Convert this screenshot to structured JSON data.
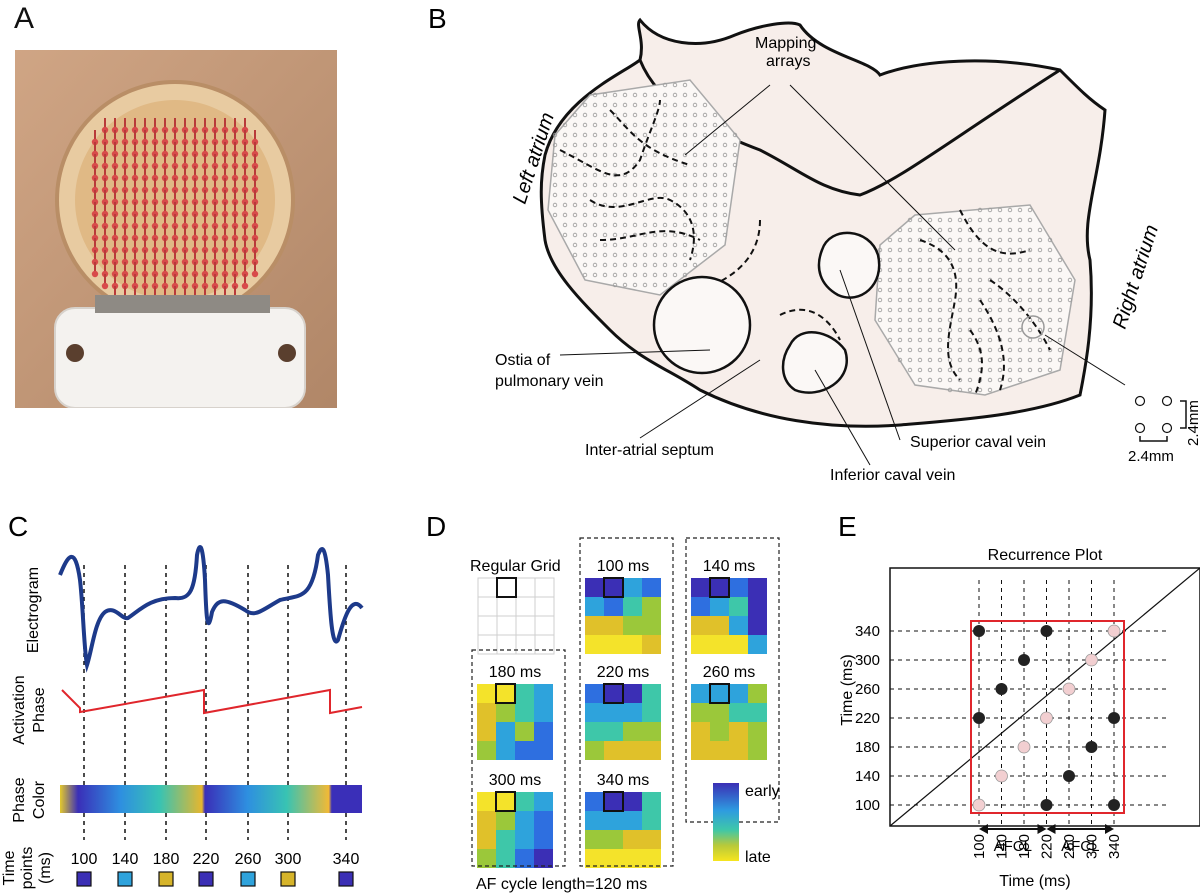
{
  "panels": {
    "a": {
      "letter": "A"
    },
    "b": {
      "letter": "B",
      "labels": {
        "mapping": "Mapping",
        "arrays": "arrays",
        "left_atrium": "Left atrium",
        "right_atrium": "Right atrium",
        "ostia_1": "Ostia of",
        "ostia_2": "pulmonary vein",
        "septum": "Inter-atrial septum",
        "svc": "Superior caval vein",
        "ivc": "Inferior caval vein",
        "spacing_v": "2.4mm",
        "spacing_h": "2.4mm"
      }
    },
    "c": {
      "letter": "C",
      "labels": {
        "electrogram": "Electrogram",
        "activation": "Activation",
        "phase": "Phase",
        "phase2": "Phase",
        "color": "Color",
        "time": "Time",
        "points": "points",
        "ms": "(ms)"
      },
      "time_points": [
        {
          "label": "100",
          "color": "#3b2fb5"
        },
        {
          "label": "140",
          "color": "#2fa3dc"
        },
        {
          "label": "180",
          "color": "#d6b42a"
        },
        {
          "label": "220",
          "color": "#3b2fb5"
        },
        {
          "label": "260",
          "color": "#2fa3dc"
        },
        {
          "label": "300",
          "color": "#d6b42a"
        },
        {
          "label": "340",
          "color": "#3b2fb5"
        }
      ]
    },
    "d": {
      "letter": "D",
      "regular_grid": "Regular Grid",
      "grid_labels": [
        "100 ms",
        "140 ms",
        "180 ms",
        "220 ms",
        "260 ms",
        "300 ms",
        "340 ms"
      ],
      "colorbar": {
        "top": "early",
        "bottom": "late"
      },
      "caption": "AF cycle length=120 ms"
    },
    "e": {
      "letter": "E",
      "chart_data": {
        "type": "scatter",
        "title": "Recurrence Plot",
        "xlabel": "Time (ms)",
        "ylabel": "Time (ms)",
        "x_ticks": [
          "100",
          "140",
          "180",
          "220",
          "260",
          "300",
          "340"
        ],
        "y_ticks": [
          "100",
          "140",
          "180",
          "220",
          "260",
          "300",
          "340"
        ],
        "diagonal_points": [
          [
            100,
            100
          ],
          [
            140,
            140
          ],
          [
            180,
            180
          ],
          [
            220,
            220
          ],
          [
            260,
            260
          ],
          [
            300,
            300
          ],
          [
            340,
            340
          ]
        ],
        "recurrence_points": [
          [
            100,
            340
          ],
          [
            220,
            340
          ],
          [
            180,
            300
          ],
          [
            140,
            260
          ],
          [
            100,
            220
          ],
          [
            340,
            220
          ],
          [
            300,
            180
          ],
          [
            260,
            140
          ],
          [
            220,
            100
          ],
          [
            340,
            100
          ]
        ],
        "annotation": "AFCL",
        "colors": {
          "diagonal": "#f2cfd1",
          "recurrence": "#222222",
          "box": "#e0262c"
        }
      }
    }
  }
}
